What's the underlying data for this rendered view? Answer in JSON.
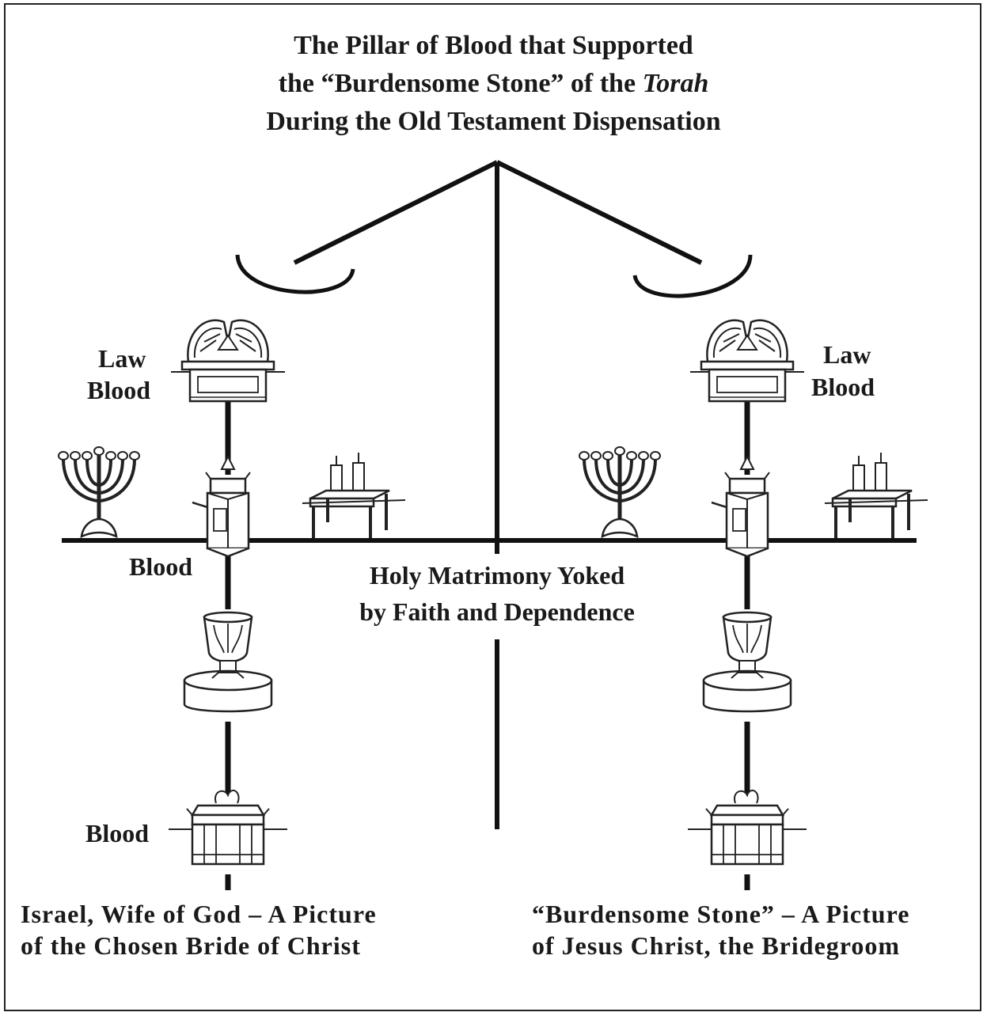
{
  "title": {
    "line1": "The Pillar of Blood that Supported",
    "line2_pre": "the “Burdensome Stone” of the ",
    "line2_italic": "Torah",
    "line3": "During the Old Testament Dispensation"
  },
  "left_column": {
    "law_label": "Law",
    "blood_label_top": "Blood",
    "blood_label_middle": "Blood",
    "blood_label_bottom": "Blood",
    "caption_line1": "Israel, Wife of God – A Picture",
    "caption_line2": "of the Chosen Bride of Christ"
  },
  "right_column": {
    "law_label": "Law",
    "blood_label_top": "Blood",
    "caption_line1": "“Burdensome Stone” – A Picture",
    "caption_line2": "of Jesus Christ, the Bridegroom"
  },
  "center": {
    "line1": "Holy Matrimony Yoked",
    "line2": "by Faith and Dependence"
  },
  "icons": [
    "ark-of-covenant-icon",
    "menorah-icon",
    "altar-of-incense-icon",
    "showbread-table-icon",
    "laver-icon",
    "brazen-altar-icon"
  ]
}
